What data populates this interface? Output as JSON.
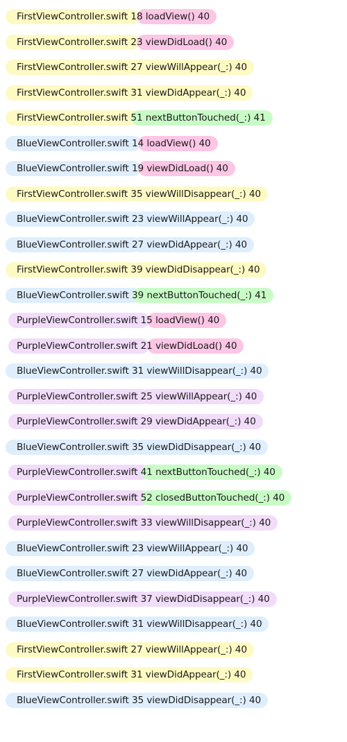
{
  "log": {
    "entries": [
      {
        "file": "FirstViewController.swift",
        "line": "18",
        "method": "loadView()",
        "code": "40",
        "controller": "first",
        "kind": "load"
      },
      {
        "file": "FirstViewController.swift",
        "line": "23",
        "method": "viewDidLoad()",
        "code": "40",
        "controller": "first",
        "kind": "load"
      },
      {
        "file": "FirstViewController.swift",
        "line": "27",
        "method": "viewWillAppear(_:)",
        "code": "40",
        "controller": "first",
        "kind": "plain"
      },
      {
        "file": "FirstViewController.swift",
        "line": "31",
        "method": "viewDidAppear(_:)",
        "code": "40",
        "controller": "first",
        "kind": "plain"
      },
      {
        "file": "FirstViewController.swift",
        "line": "51",
        "method": "nextButtonTouched(_:)",
        "code": "41",
        "controller": "first",
        "kind": "action"
      },
      {
        "file": "BlueViewController.swift",
        "line": "14",
        "method": "loadView()",
        "code": "40",
        "controller": "blue",
        "kind": "load"
      },
      {
        "file": "BlueViewController.swift",
        "line": "19",
        "method": "viewDidLoad()",
        "code": "40",
        "controller": "blue",
        "kind": "load"
      },
      {
        "file": "FirstViewController.swift",
        "line": "35",
        "method": "viewWillDisappear(_:)",
        "code": "40",
        "controller": "first",
        "kind": "plain"
      },
      {
        "file": "BlueViewController.swift",
        "line": "23",
        "method": "viewWillAppear(_:)",
        "code": "40",
        "controller": "blue",
        "kind": "plain"
      },
      {
        "file": "BlueViewController.swift",
        "line": "27",
        "method": "viewDidAppear(_:)",
        "code": "40",
        "controller": "blue",
        "kind": "plain"
      },
      {
        "file": "FirstViewController.swift",
        "line": "39",
        "method": "viewDidDisappear(_:)",
        "code": "40",
        "controller": "first",
        "kind": "plain"
      },
      {
        "file": "BlueViewController.swift",
        "line": "39",
        "method": "nextButtonTouched(_:)",
        "code": "41",
        "controller": "blue",
        "kind": "action"
      },
      {
        "file": "PurpleViewController.swift",
        "line": "15",
        "method": "loadView()",
        "code": "40",
        "controller": "purple",
        "kind": "load"
      },
      {
        "file": "PurpleViewController.swift",
        "line": "21",
        "method": "viewDidLoad()",
        "code": "40",
        "controller": "purple",
        "kind": "load"
      },
      {
        "file": "BlueViewController.swift",
        "line": "31",
        "method": "viewWillDisappear(_:)",
        "code": "40",
        "controller": "blue",
        "kind": "plain"
      },
      {
        "file": "PurpleViewController.swift",
        "line": "25",
        "method": "viewWillAppear(_:)",
        "code": "40",
        "controller": "purple",
        "kind": "plain"
      },
      {
        "file": "PurpleViewController.swift",
        "line": "29",
        "method": "viewDidAppear(_:)",
        "code": "40",
        "controller": "purple",
        "kind": "plain"
      },
      {
        "file": "BlueViewController.swift",
        "line": "35",
        "method": "viewDidDisappear(_:)",
        "code": "40",
        "controller": "blue",
        "kind": "plain"
      },
      {
        "file": "PurpleViewController.swift",
        "line": "41",
        "method": "nextButtonTouched(_:)",
        "code": "40",
        "controller": "purple",
        "kind": "action"
      },
      {
        "file": "PurpleViewController.swift",
        "line": "52",
        "method": "closedButtonTouched(_:)",
        "code": "40",
        "controller": "purple",
        "kind": "action"
      },
      {
        "file": "PurpleViewController.swift",
        "line": "33",
        "method": "viewWillDisappear(_:)",
        "code": "40",
        "controller": "purple",
        "kind": "plain"
      },
      {
        "file": "BlueViewController.swift",
        "line": "23",
        "method": "viewWillAppear(_:)",
        "code": "40",
        "controller": "blue",
        "kind": "plain"
      },
      {
        "file": "BlueViewController.swift",
        "line": "27",
        "method": "viewDidAppear(_:)",
        "code": "40",
        "controller": "blue",
        "kind": "plain"
      },
      {
        "file": "PurpleViewController.swift",
        "line": "37",
        "method": "viewDidDisappear(_:)",
        "code": "40",
        "controller": "purple",
        "kind": "plain"
      },
      {
        "file": "BlueViewController.swift",
        "line": "31",
        "method": "viewWillDisappear(_:)",
        "code": "40",
        "controller": "blue",
        "kind": "plain"
      },
      {
        "file": "FirstViewController.swift",
        "line": "27",
        "method": "viewWillAppear(_:)",
        "code": "40",
        "controller": "first",
        "kind": "plain"
      },
      {
        "file": "FirstViewController.swift",
        "line": "31",
        "method": "viewDidAppear(_:)",
        "code": "40",
        "controller": "first",
        "kind": "plain"
      },
      {
        "file": "BlueViewController.swift",
        "line": "35",
        "method": "viewDidDisappear(_:)",
        "code": "40",
        "controller": "blue",
        "kind": "plain"
      }
    ]
  },
  "colors": {
    "first": "#fefac4",
    "blue": "#dfeefd",
    "purple": "#f1dcf9",
    "load": "#fcc6e5",
    "action": "#c9fbc7"
  }
}
